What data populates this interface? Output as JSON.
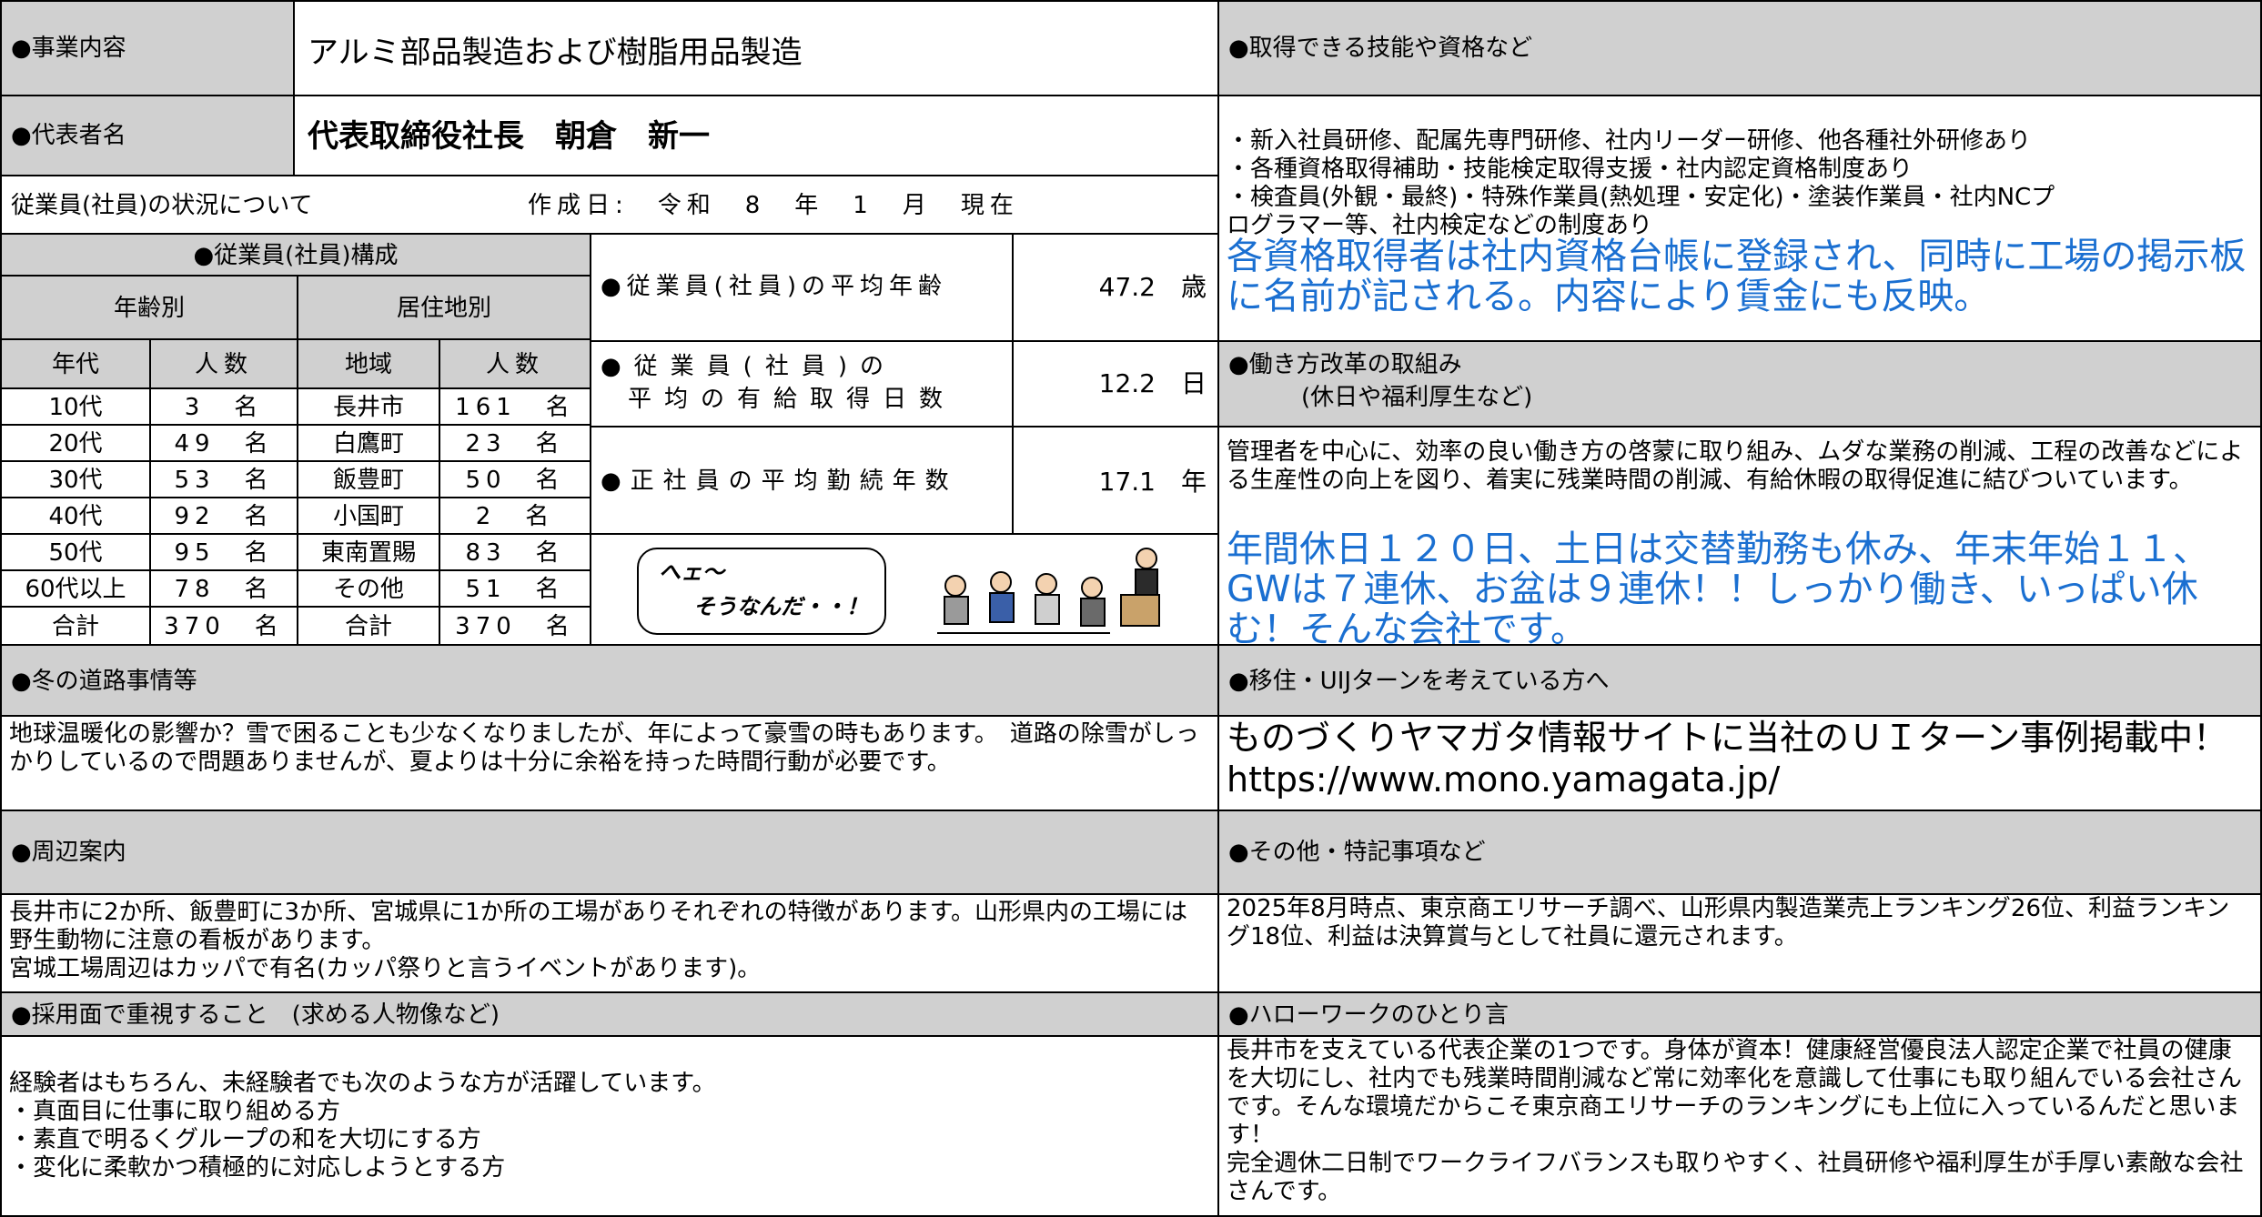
{
  "business": {
    "label": "●事業内容",
    "value": "アルミ部品製造および樹脂用品製造"
  },
  "representative": {
    "label": "●代表者名",
    "value": "代表取締役社長　朝倉　新一"
  },
  "employee_status": {
    "title": "従業員(社員)の状況について",
    "created": "作成日:　令和　8　年　1　月　現在"
  },
  "composition": {
    "title": "●従業員(社員)構成",
    "by_age": "年齢別",
    "by_region": "居住地別",
    "columns": [
      "年代",
      "人数",
      "地域",
      "人数"
    ],
    "rows": [
      {
        "age": "10代",
        "count": "3　名",
        "region": "長井市",
        "region_count": "161　名"
      },
      {
        "age": "20代",
        "count": "49　名",
        "region": "白鷹町",
        "region_count": "23　名"
      },
      {
        "age": "30代",
        "count": "53　名",
        "region": "飯豊町",
        "region_count": "50　名"
      },
      {
        "age": "40代",
        "count": "92　名",
        "region": "小国町",
        "region_count": "2　名"
      },
      {
        "age": "50代",
        "count": "95　名",
        "region": "東南置賜",
        "region_count": "83　名"
      },
      {
        "age": "60代以上",
        "count": "78　名",
        "region": "その他",
        "region_count": "51　名"
      },
      {
        "age": "合計",
        "count": "370　名",
        "region": "合計",
        "region_count": "370　名"
      }
    ]
  },
  "stats": {
    "avg_age_label": "●従業員(社員)の平均年齢",
    "avg_age_value": "47.2　歳",
    "paid_leave_label_1": "●従業員(社員)の",
    "paid_leave_label_2": "平均の有給取得日数",
    "paid_leave_value": "12.2　日",
    "tenure_label": "●正社員の平均勤続年数",
    "tenure_value": "17.1　年"
  },
  "illustration": {
    "bubble_line1": "へェ〜",
    "bubble_line2": "そうなんだ・・！"
  },
  "skills": {
    "label": "●取得できる技能や資格など",
    "text": "・新入社員研修、配属先専門研修、社内リーダー研修、他各種社外研修あり\n・各種資格取得補助・技能検定取得支援・社内認定資格制度あり\n・検査員(外観・最終)・特殊作業員(熱処理・安定化)・塗装作業員・社内NCプ\nログラマー等、社内検定などの制度あり",
    "highlight": "各資格取得者は社内資格台帳に登録され、同時に工場の掲示板に名前が記される。内容により賃金にも反映。"
  },
  "workstyle": {
    "label": "●働き方改革の取組み",
    "sublabel": "(休日や福利厚生など)",
    "text": "管理者を中心に、効率の良い働き方の啓蒙に取り組み、ムダな業務の削減、工程の改善などによる生産性の向上を図り、着実に残業時間の削減、有給休暇の取得促進に結びついています。",
    "highlight": "年間休日１２０日、土日は交替勤務も休み、年末年始１１、GWは７連休、お盆は９連休！！しっかり働き、いっぱい休む！そんな会社です。"
  },
  "winter_roads": {
    "label": "●冬の道路事情等",
    "text": "地球温暖化の影響か？雪で困ることも少なくなりましたが、年によって豪雪の時もあります。　道路の除雪がしっかりしているので問題ありませんが、夏よりは十分に余裕を持った時間行動が必要です。"
  },
  "relocation": {
    "label": "●移住・UIJターンを考えている方へ",
    "text": "ものづくりヤマガタ情報サイトに当社のＵＩターン事例掲載中！　https://www.mono.yamagata.jp/"
  },
  "surroundings": {
    "label": "●周辺案内",
    "text": "長井市に2か所、飯豊町に3か所、宮城県に1か所の工場がありそれぞれの特徴があります。山形県内の工場には野生動物に注意の看板があります。\n宮城工場周辺はカッパで有名(カッパ祭りと言うイベントがあります)。"
  },
  "other_notes": {
    "label": "●その他・特記事項など",
    "text": "2025年8月時点、東京商エリサーチ調べ、山形県内製造業売上ランキング26位、利益ランキング18位、利益は決算賞与として社員に還元されます。"
  },
  "hiring": {
    "label": "●採用面で重視すること　(求める人物像など)",
    "text": "経験者はもちろん、未経験者でも次のような方が活躍しています。\n・真面目に仕事に取り組める方\n・素直で明るくグループの和を大切にする方\n・変化に柔軟かつ積極的に対応しようとする方"
  },
  "hellowork": {
    "label": "●ハローワークのひとり言",
    "text": "長井市を支えている代表企業の1つです。身体が資本！健康経営優良法人認定企業で社員の健康を大切にし、社内でも残業時間削減など常に効率化を意識して仕事にも取り組んでいる会社さんです。そんな環境だからこそ東京商エリサーチのランキングにも上位に入っているんだと思います！\n完全週休二日制でワークライフバランスも取りやすく、社員研修や福利厚生が手厚い素敵な会社さんです。"
  },
  "colors": {
    "header_gray": "#d0d0d0",
    "highlight_blue": "#1a6fd1"
  },
  "icons": {
    "illustration": "seminar-people-icon"
  }
}
